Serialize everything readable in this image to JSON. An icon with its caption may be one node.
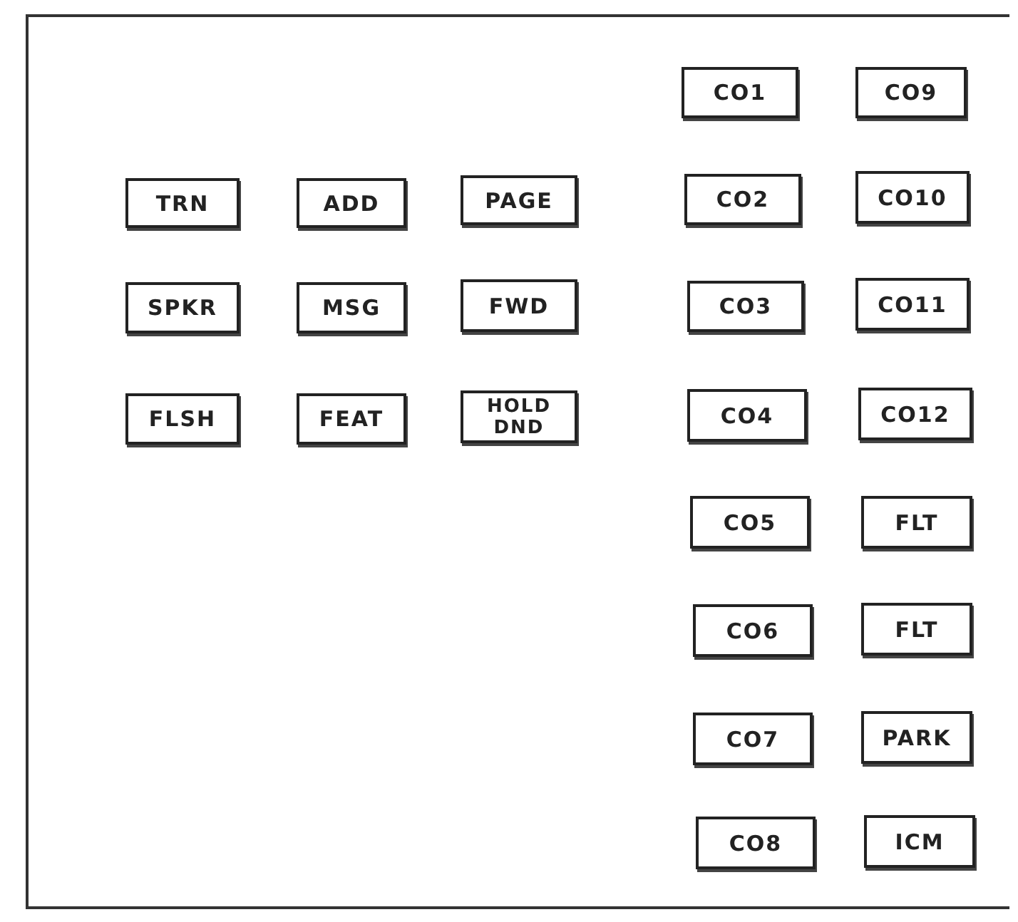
{
  "diagram": {
    "nodes": [
      {
        "text": [
          "CO1"
        ]
      },
      {
        "text": [
          "CO9"
        ]
      },
      {
        "text": [
          "TRN"
        ]
      },
      {
        "text": [
          "ADD"
        ]
      },
      {
        "text": [
          "PAGE"
        ]
      },
      {
        "text": [
          "CO2"
        ]
      },
      {
        "text": [
          "CO10"
        ]
      },
      {
        "text": [
          "SPKR"
        ]
      },
      {
        "text": [
          "MSG"
        ]
      },
      {
        "text": [
          "FWD"
        ]
      },
      {
        "text": [
          "CO3"
        ]
      },
      {
        "text": [
          "CO11"
        ]
      },
      {
        "text": [
          "FLSH"
        ]
      },
      {
        "text": [
          "FEAT"
        ]
      },
      {
        "text": [
          "HOLD DND"
        ]
      },
      {
        "text": [
          "CO4"
        ]
      },
      {
        "text": [
          "CO12"
        ]
      },
      {
        "text": [
          "CO5"
        ]
      },
      {
        "text": [
          "FLT"
        ]
      },
      {
        "text": [
          "CO6"
        ]
      },
      {
        "text": [
          "FLT"
        ]
      },
      {
        "text": [
          "CO7"
        ]
      },
      {
        "text": [
          "PARK"
        ]
      },
      {
        "text": [
          "CO8"
        ]
      },
      {
        "text": [
          "ICM"
        ]
      }
    ]
  }
}
